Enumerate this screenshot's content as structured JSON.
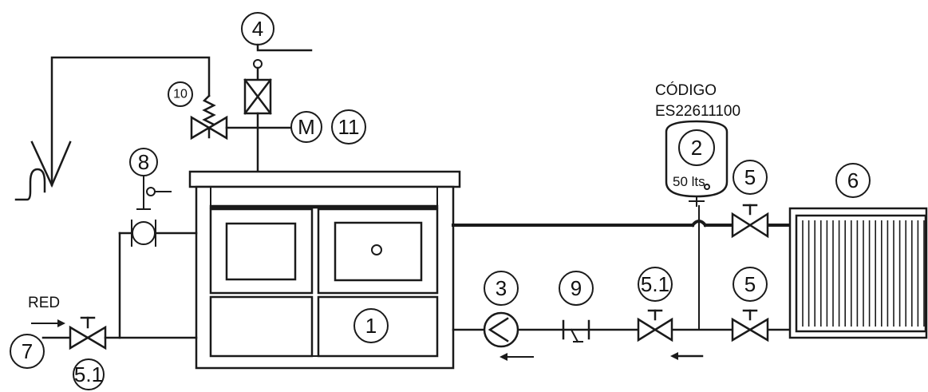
{
  "callouts": {
    "c1": "1",
    "c2": "2",
    "c3": "3",
    "c4": "4",
    "c5a": "5",
    "c5b": "5",
    "c51a": "5.1",
    "c51b": "5.1",
    "c6": "6",
    "c7": "7",
    "c8": "8",
    "c9": "9",
    "c10": "10",
    "c11": "11"
  },
  "labels": {
    "motor": "M",
    "network": "RED",
    "code_title": "CÓDIGO",
    "code_value": "ES22611100",
    "tank_capacity": "50 lts"
  },
  "colors": {
    "line": "#1a1a1a",
    "background": "#ffffff"
  }
}
